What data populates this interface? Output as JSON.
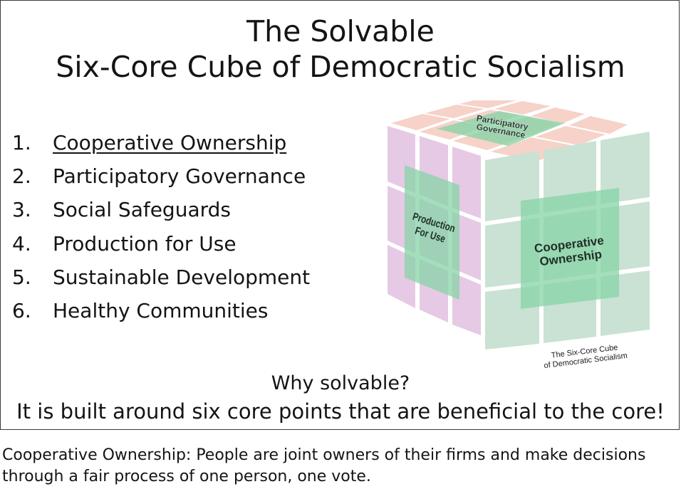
{
  "slide": {
    "title_line1": "The Solvable",
    "title_line2": "Six-Core Cube of Democratic Socialism",
    "items": [
      {
        "number": "1.",
        "label": "Cooperative Ownership",
        "underlined": true
      },
      {
        "number": "2.",
        "label": "Participatory Governance",
        "underlined": false
      },
      {
        "number": "3.",
        "label": "Social Safeguards",
        "underlined": false
      },
      {
        "number": "4.",
        "label": "Production for Use",
        "underlined": false
      },
      {
        "number": "5.",
        "label": "Sustainable Development",
        "underlined": false
      },
      {
        "number": "6.",
        "label": "Healthy Communities",
        "underlined": false
      }
    ],
    "cube": {
      "top_label_line1": "Participatory",
      "top_label_line2": "Governance",
      "left_label_line1": "Production",
      "left_label_line2": "For Use",
      "right_label_line1": "Cooperative",
      "right_label_line2": "Ownership",
      "caption_line1": "The Six-Core Cube",
      "caption_line2": "of Democratic Socialism",
      "colors": {
        "top": "#f6d2c8",
        "left": "#e6c9e4",
        "right": "#c9e2d3",
        "highlight": "#86d3a6"
      }
    },
    "why_heading": "Why solvable?",
    "why_text": "It is built around six core points that are beneficial to the core!"
  },
  "caption": "Cooperative Ownership: People are joint owners of their firms and make decisions through a fair process of one person, one vote."
}
